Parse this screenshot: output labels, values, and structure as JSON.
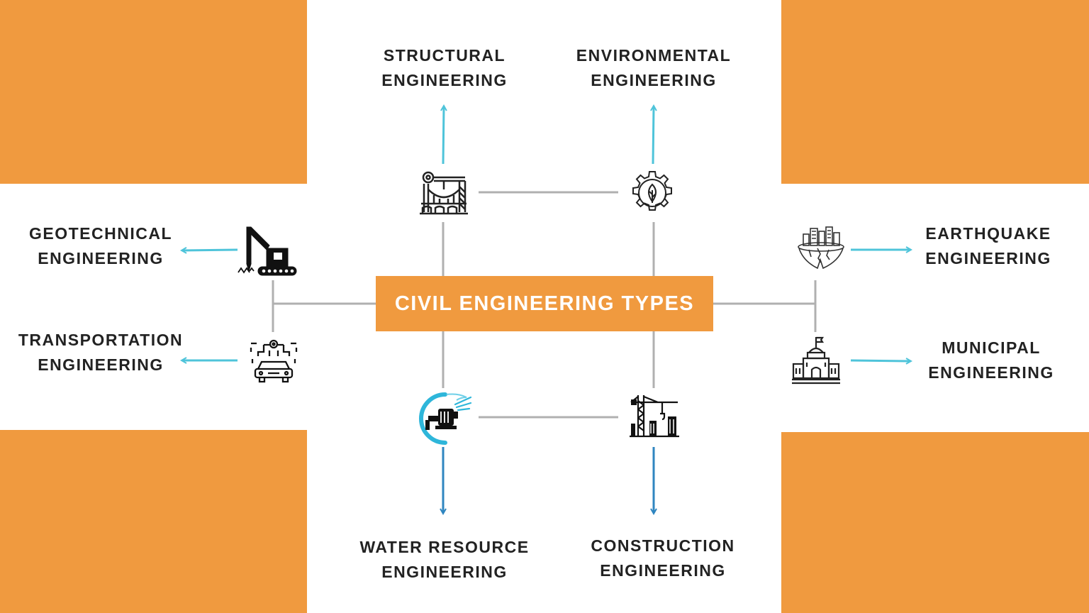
{
  "colors": {
    "accent": "#F09A3F",
    "arrow_light": "#4FC4DA",
    "arrow_dark": "#2F86C0",
    "connector": "#B0B0B0",
    "text": "#222222"
  },
  "center": {
    "label": "CIVIL ENGINEERING TYPES"
  },
  "nodes": {
    "structural": {
      "line1": "STRUCTURAL",
      "line2": "ENGINEERING",
      "icon": "bridge-crane-icon"
    },
    "environmental": {
      "line1": "ENVIRONMENTAL",
      "line2": "ENGINEERING",
      "icon": "gear-leaf-icon"
    },
    "geotechnical": {
      "line1": "GEOTECHNICAL",
      "line2": "ENGINEERING",
      "icon": "drilling-rig-icon"
    },
    "transportation": {
      "line1": "TRANSPORTATION",
      "line2": "ENGINEERING",
      "icon": "car-circuit-icon"
    },
    "earthquake": {
      "line1": "EARTHQUAKE",
      "line2": "ENGINEERING",
      "icon": "earthquake-city-icon"
    },
    "municipal": {
      "line1": "MUNICIPAL",
      "line2": "ENGINEERING",
      "icon": "municipal-building-icon"
    },
    "water": {
      "line1": "WATER RESOURCE",
      "line2": "ENGINEERING",
      "icon": "water-pump-icon"
    },
    "construction": {
      "line1": "CONSTRUCTION",
      "line2": "ENGINEERING",
      "icon": "tower-crane-icon"
    }
  }
}
